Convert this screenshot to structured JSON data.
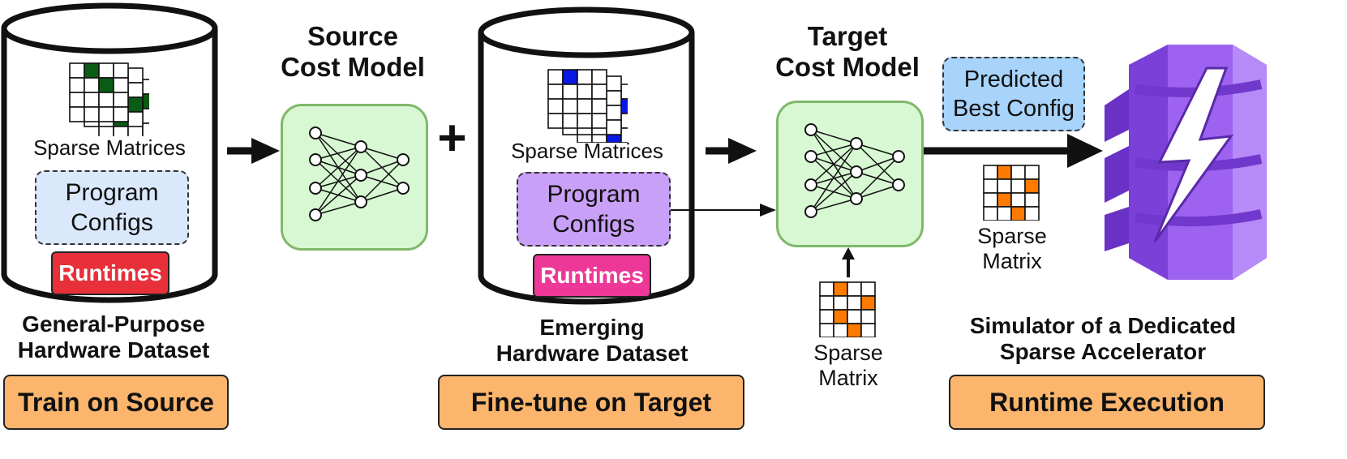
{
  "colors": {
    "green_matrix": "#0a5c14",
    "blue_matrix": "#0a18e6",
    "orange_matrix": "#ff7a00",
    "train_runtimes": "#e8303a",
    "target_runtimes": "#ee3898",
    "source_configs_bg": "#dae8fb",
    "target_configs_bg": "#c9a0f7",
    "predicted_bg": "#a8d3fa",
    "stage_bg": "#fbb56c",
    "cost_model_bg": "#d7f8d2",
    "accelerator": "#9d62f0"
  },
  "source_dataset": {
    "matrices_label": "Sparse Matrices",
    "configs_label": [
      "Program",
      "Configs"
    ],
    "runtimes_label": "Runtimes",
    "caption": [
      "General-Purpose",
      "Hardware Dataset"
    ],
    "stage_label": "Train on Source"
  },
  "source_model": {
    "title": [
      "Source",
      "Cost Model"
    ],
    "icon": "neural-network-icon"
  },
  "plus_sign": "+",
  "target_dataset": {
    "matrices_label": "Sparse Matrices",
    "configs_label": [
      "Program",
      "Configs"
    ],
    "runtimes_label": "Runtimes",
    "caption": [
      "Emerging",
      "Hardware Dataset"
    ],
    "stage_label": "Fine-tune on Target"
  },
  "target_model": {
    "title": [
      "Target",
      "Cost Model"
    ],
    "icon": "neural-network-icon",
    "input_matrix_label": [
      "Sparse",
      "Matrix"
    ]
  },
  "prediction": {
    "label": [
      "Predicted",
      "Best Config"
    ],
    "matrix_label": [
      "Sparse",
      "Matrix"
    ]
  },
  "accelerator": {
    "icon": "lightning-bolt-icon",
    "caption": [
      "Simulator of a Dedicated",
      "Sparse Accelerator"
    ],
    "stage_label": "Runtime Execution"
  }
}
